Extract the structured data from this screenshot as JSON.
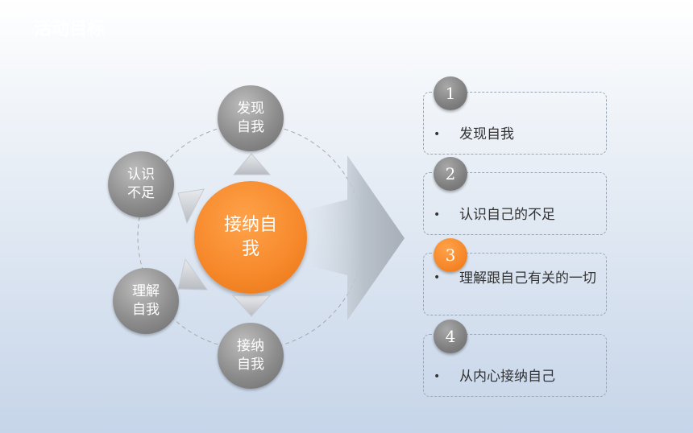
{
  "title": "活动目标",
  "center_label": "接纳自\n我",
  "nodes": [
    {
      "label": "发现\n自我"
    },
    {
      "label": "认识\n不足"
    },
    {
      "label": "理解\n自我"
    },
    {
      "label": "接纳\n自我"
    }
  ],
  "list": [
    {
      "num": "1",
      "text": "发现自我"
    },
    {
      "num": "2",
      "text": "认识自己的不足"
    },
    {
      "num": "3",
      "text": "理解跟自己有关的一切"
    },
    {
      "num": "4",
      "text": "从内心接纳自己"
    }
  ],
  "colors": {
    "accent": "#f6882a",
    "node_gray": "#8d8d8d",
    "text": "#333333"
  }
}
